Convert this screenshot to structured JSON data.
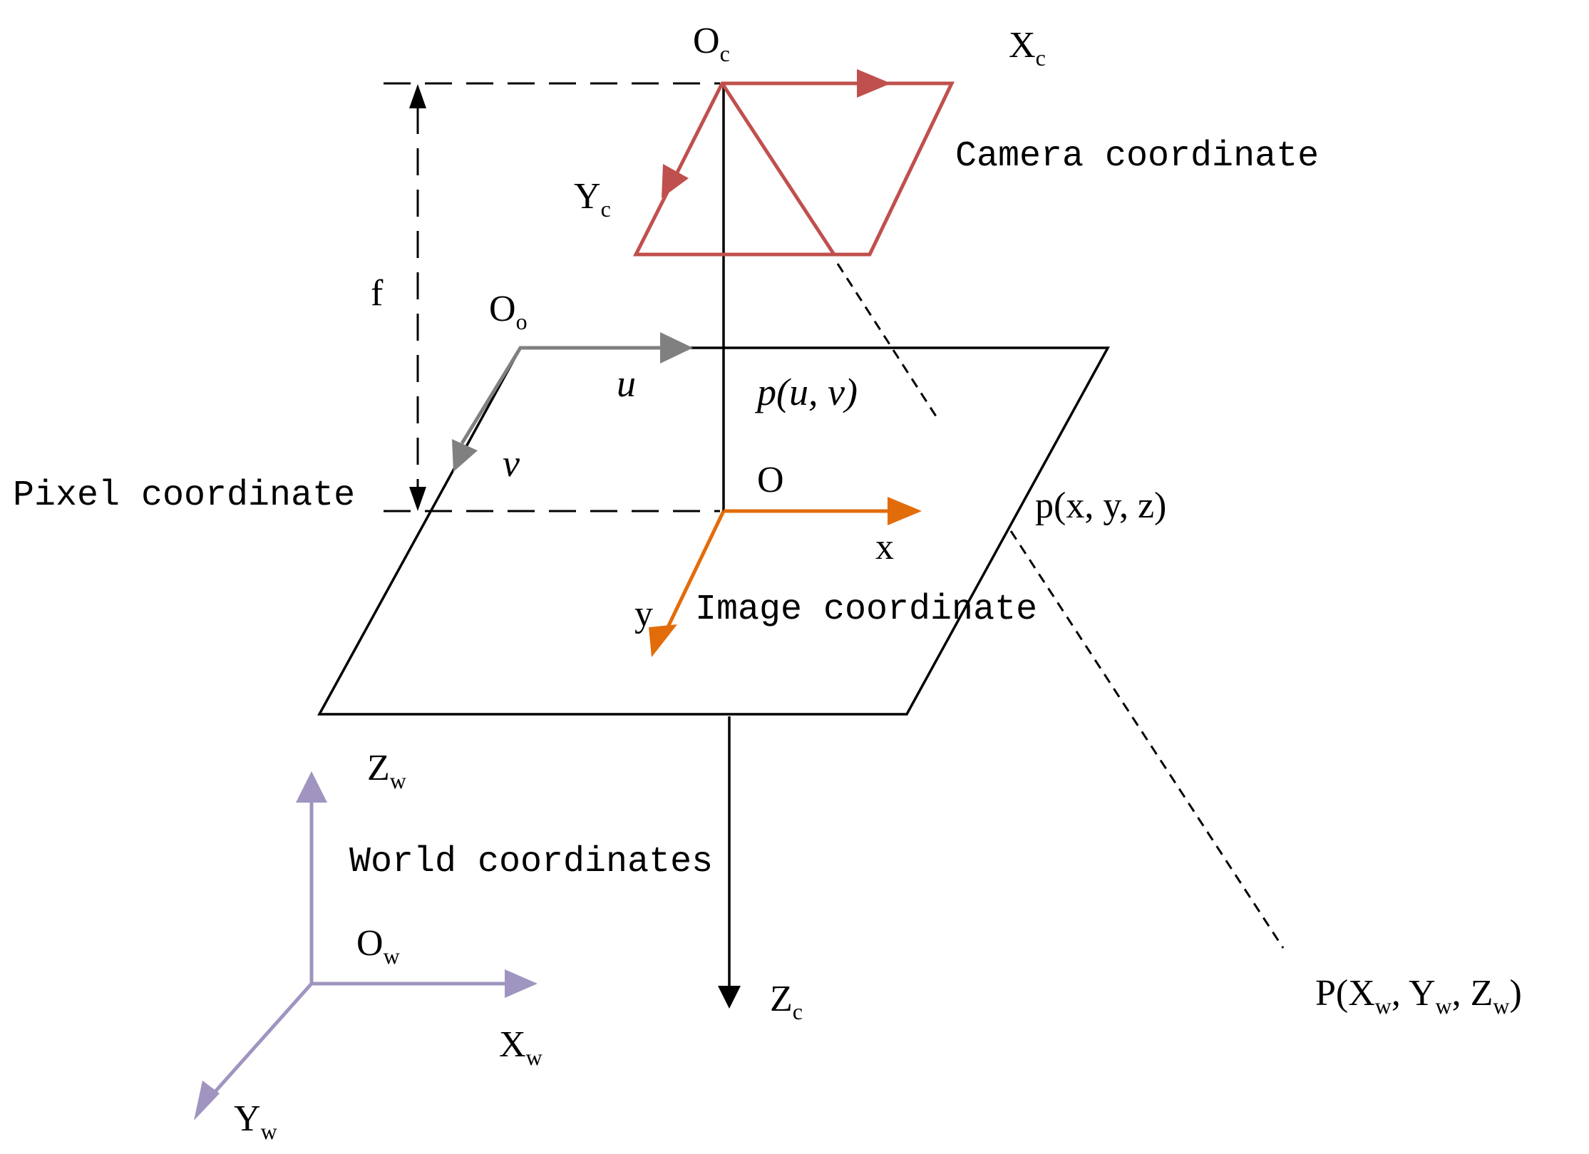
{
  "labels": {
    "oc": {
      "base": "O",
      "sub": "c"
    },
    "xc": {
      "base": "X",
      "sub": "c"
    },
    "yc": {
      "base": "Y",
      "sub": "c"
    },
    "zc": {
      "base": "Z",
      "sub": "c"
    },
    "f": "f",
    "oo": {
      "base": "O",
      "sub": "o"
    },
    "u": "u",
    "v": "v",
    "puv": "p(u, v)",
    "o": "O",
    "x": "x",
    "y": "y",
    "pxyz": "p(x, y, z)",
    "zw": {
      "base": "Z",
      "sub": "w"
    },
    "ow": {
      "base": "O",
      "sub": "w"
    },
    "xw": {
      "base": "X",
      "sub": "w"
    },
    "yw": {
      "base": "Y",
      "sub": "w"
    },
    "pw": {
      "p1": "P(X",
      "s1": "w",
      "p2": ", Y",
      "s2": "w",
      "p3": ", Z",
      "s3": "w",
      "p4": ")"
    }
  },
  "captions": {
    "camera": "Camera coordinate",
    "pixel": "Pixel coordinate",
    "image": "Image coordinate",
    "world": "World coordinates"
  },
  "colors": {
    "camera": "#c0504d",
    "pixel": "#808080",
    "image": "#e36c0a",
    "world": "#a094c0",
    "line": "#000000"
  }
}
